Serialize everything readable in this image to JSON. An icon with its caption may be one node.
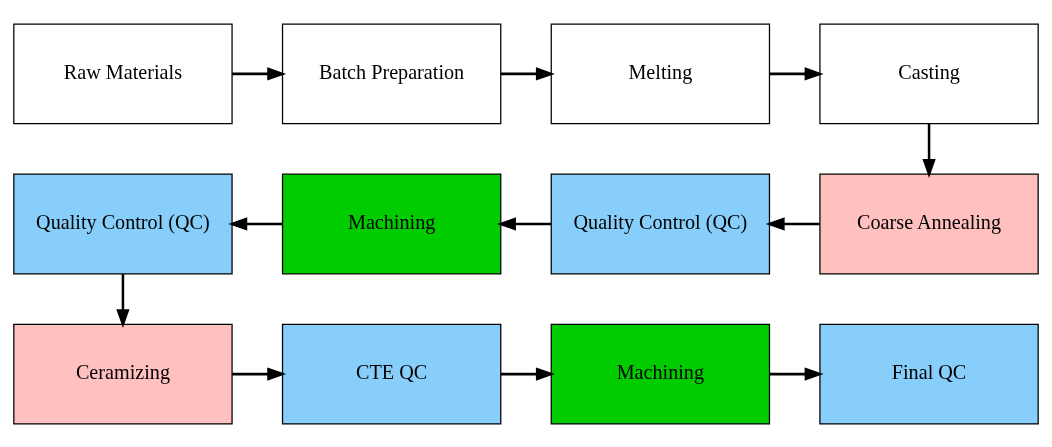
{
  "diagram": {
    "nodes": [
      {
        "text": [
          "Raw Materials"
        ]
      },
      {
        "text": [
          "Batch Preparation"
        ]
      },
      {
        "text": [
          "Melting"
        ]
      },
      {
        "text": [
          "Casting"
        ]
      },
      {
        "text": [
          "Quality Control (QC)"
        ]
      },
      {
        "text": [
          "Machining"
        ]
      },
      {
        "text": [
          "Quality Control (QC)"
        ]
      },
      {
        "text": [
          "Coarse Annealing"
        ]
      },
      {
        "text": [
          "Ceramizing"
        ]
      },
      {
        "text": [
          "CTE QC"
        ]
      },
      {
        "text": [
          "Machining"
        ]
      },
      {
        "text": [
          "Final QC"
        ]
      }
    ],
    "edges": [
      {
        "from": 0,
        "to": 1,
        "arrow": "to"
      },
      {
        "from": 1,
        "to": 2,
        "arrow": "to"
      },
      {
        "from": 2,
        "to": 3,
        "arrow": "to"
      },
      {
        "from": 3,
        "to": 7,
        "arrow": "to"
      },
      {
        "from": 7,
        "to": 6,
        "arrow": "to"
      },
      {
        "from": 6,
        "to": 5,
        "arrow": "to"
      },
      {
        "from": 5,
        "to": 4,
        "arrow": "to"
      },
      {
        "from": 4,
        "to": 8,
        "arrow": "to"
      },
      {
        "from": 8,
        "to": 9,
        "arrow": "to"
      },
      {
        "from": 9,
        "to": 10,
        "arrow": "to"
      },
      {
        "from": 10,
        "to": 11,
        "arrow": "to"
      }
    ]
  }
}
